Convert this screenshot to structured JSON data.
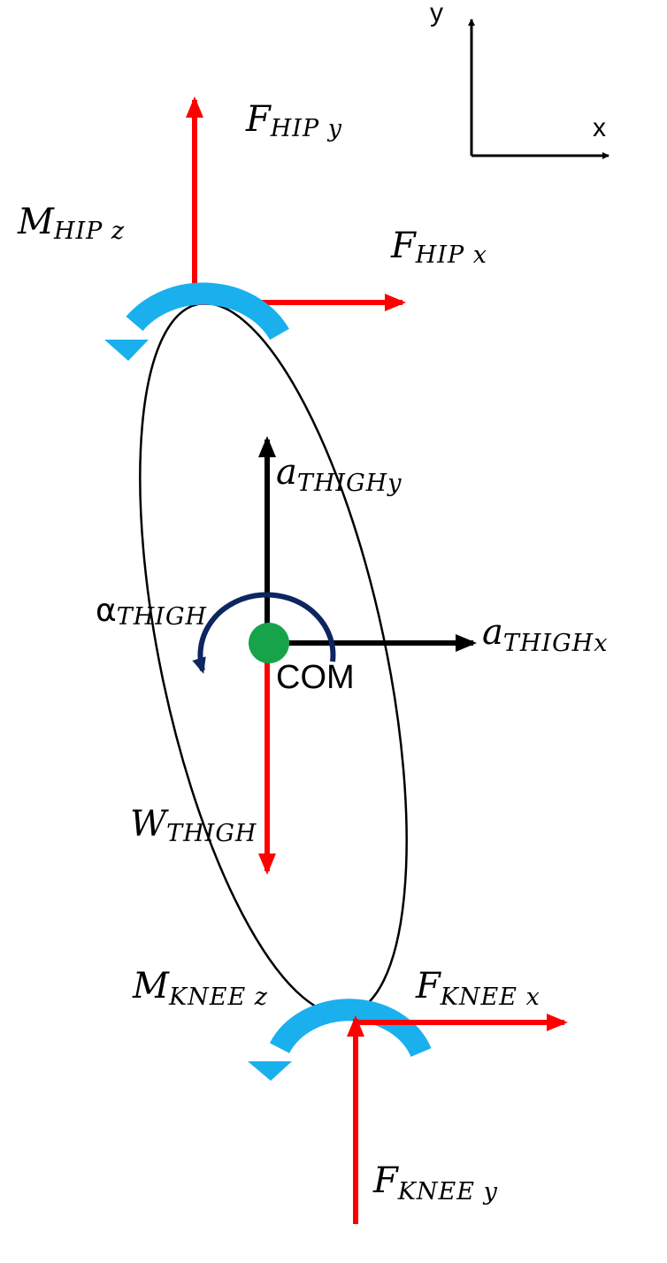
{
  "colors": {
    "force": "#ff0000",
    "moment": "#1ab0ee",
    "acceleration": "#000000",
    "angular_acceleration": "#0d2560",
    "com_marker": "#16a34a",
    "segment_outline": "#000000"
  },
  "axes": {
    "y_label": "y",
    "x_label": "x"
  },
  "labels": {
    "f_hip_y": {
      "main": "F",
      "sub": "HIP y"
    },
    "f_hip_x": {
      "main": "F",
      "sub": "HIP x"
    },
    "m_hip_z": {
      "main": "M",
      "sub": "HIP z"
    },
    "a_thigh_y": {
      "main": "a",
      "sub": "THIGHy"
    },
    "a_thigh_x": {
      "main": "a",
      "sub": "THIGHx"
    },
    "alpha_thigh": {
      "main": "α",
      "sub": "THIGH"
    },
    "com": "COM",
    "w_thigh": {
      "main": "W",
      "sub": "THIGH"
    },
    "m_knee_z": {
      "main": "M",
      "sub": "KNEE z"
    },
    "f_knee_x": {
      "main": "F",
      "sub": "KNEE x"
    },
    "f_knee_y": {
      "main": "F",
      "sub": "KNEE y"
    }
  }
}
